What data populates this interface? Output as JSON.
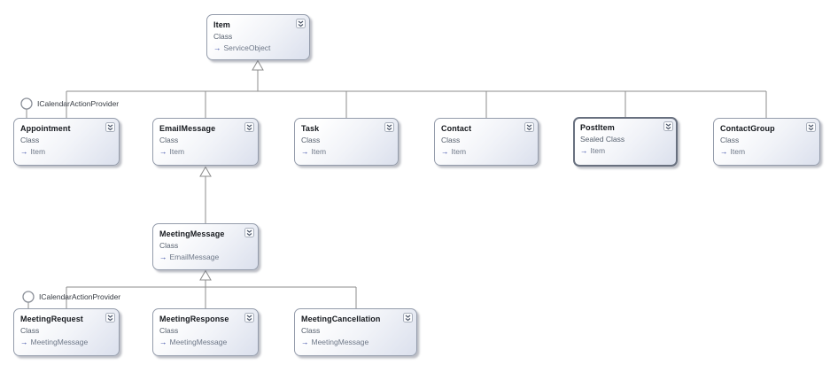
{
  "classes": {
    "item": {
      "title": "Item",
      "kind": "Class",
      "base": "ServiceObject"
    },
    "appointment": {
      "title": "Appointment",
      "kind": "Class",
      "base": "Item"
    },
    "email_message": {
      "title": "EmailMessage",
      "kind": "Class",
      "base": "Item"
    },
    "task": {
      "title": "Task",
      "kind": "Class",
      "base": "Item"
    },
    "contact": {
      "title": "Contact",
      "kind": "Class",
      "base": "Item"
    },
    "post_item": {
      "title": "PostItem",
      "kind": "Sealed Class",
      "base": "Item"
    },
    "contact_group": {
      "title": "ContactGroup",
      "kind": "Class",
      "base": "Item"
    },
    "meeting_message": {
      "title": "MeetingMessage",
      "kind": "Class",
      "base": "EmailMessage"
    },
    "meeting_request": {
      "title": "MeetingRequest",
      "kind": "Class",
      "base": "MeetingMessage"
    },
    "meeting_response": {
      "title": "MeetingResponse",
      "kind": "Class",
      "base": "MeetingMessage"
    },
    "meeting_cancellation": {
      "title": "MeetingCancellation",
      "kind": "Class",
      "base": "MeetingMessage"
    }
  },
  "interfaces": {
    "appointment_lollipop": {
      "label": "ICalendarActionProvider"
    },
    "meeting_request_lollipop": {
      "label": "ICalendarActionProvider"
    }
  },
  "icons": {
    "expand_chevron": "double-chevron-down",
    "base_type_arrow": "→"
  },
  "colors": {
    "box_border": "#949cab",
    "sealed_border": "#68707f",
    "box_fill_end": "#dbe0ed",
    "connector": "#8c8c8c",
    "base_arrow": "#2b3f9e"
  }
}
